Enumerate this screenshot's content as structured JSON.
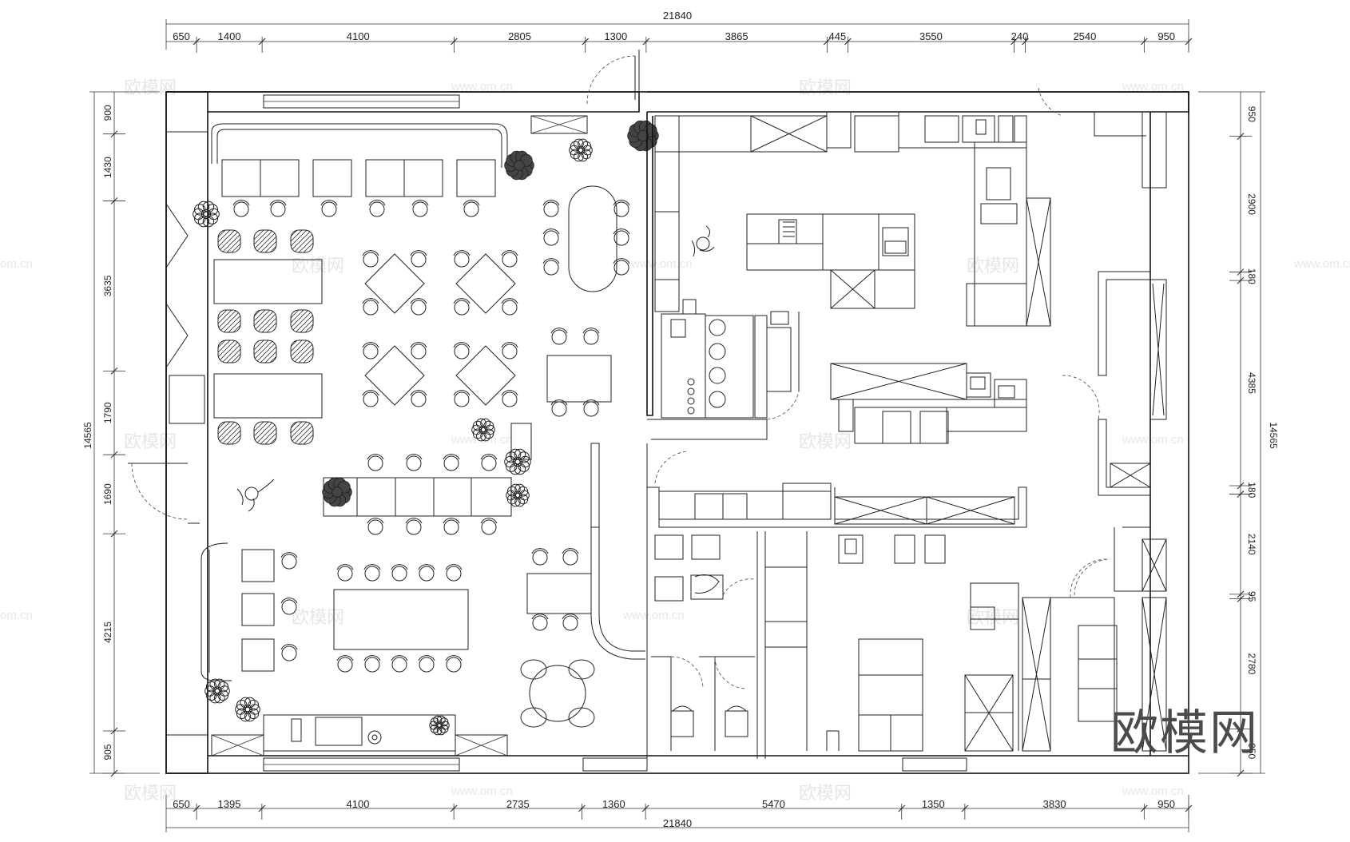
{
  "dimensions": {
    "overall_top": "21840",
    "overall_bottom": "21840",
    "overall_left": "14565",
    "overall_right": "14565",
    "top_segments": [
      "650",
      "1400",
      "4100",
      "2805",
      "1300",
      "3865",
      "445",
      "3550",
      "240",
      "2540",
      "950"
    ],
    "bottom_segments": [
      "650",
      "1395",
      "4100",
      "2735",
      "1360",
      "5470",
      "1350",
      "3830",
      "950"
    ],
    "left_segments": [
      "900",
      "1430",
      "3635",
      "1790",
      "1690",
      "4215",
      "905"
    ],
    "right_segments": [
      "950",
      "2900",
      "180",
      "4385",
      "180",
      "2140",
      "95",
      "2780",
      "950"
    ]
  },
  "watermark": {
    "brand": "欧模网",
    "url": "www.om.cn",
    "edge_url": "om.cn"
  }
}
